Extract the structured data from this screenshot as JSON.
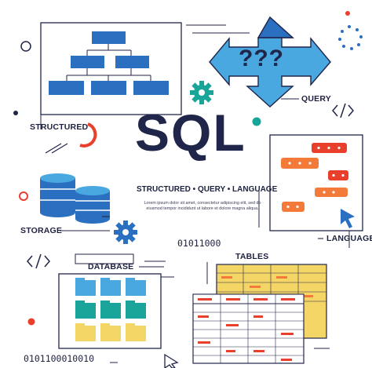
{
  "title": "SQL",
  "subtitle": "STRUCTURED • QUERY • LANGUAGE",
  "description": "Lorem ipsum dolor sit amet, consectetur adipiscing elit, sed do eiusmod tempor incididunt ut labore et dolore magna aliqua.",
  "labels": {
    "structured": "STRUCTURED",
    "query": "QUERY",
    "storage": "STORAGE",
    "language": "LANGUAGE",
    "database": "DATABASE",
    "tables": "TABLES"
  },
  "binary": {
    "top": "01011000",
    "bottom": "0101100010010"
  },
  "query_marks": "???",
  "icons": [
    "org-chart-icon",
    "gear-icon",
    "question-arrows-icon",
    "code-brackets-icon",
    "chat-window-icon",
    "cursor-icon",
    "database-stack-icon",
    "folders-window-icon",
    "tables-icon",
    "spinner-icon"
  ],
  "colors": {
    "navy": "#20254a",
    "blue": "#2a6fc0",
    "light_blue": "#4aa8e0",
    "teal": "#1aa59a",
    "red": "#e8402c",
    "orange": "#f47a3a",
    "yellow": "#f4d667"
  }
}
